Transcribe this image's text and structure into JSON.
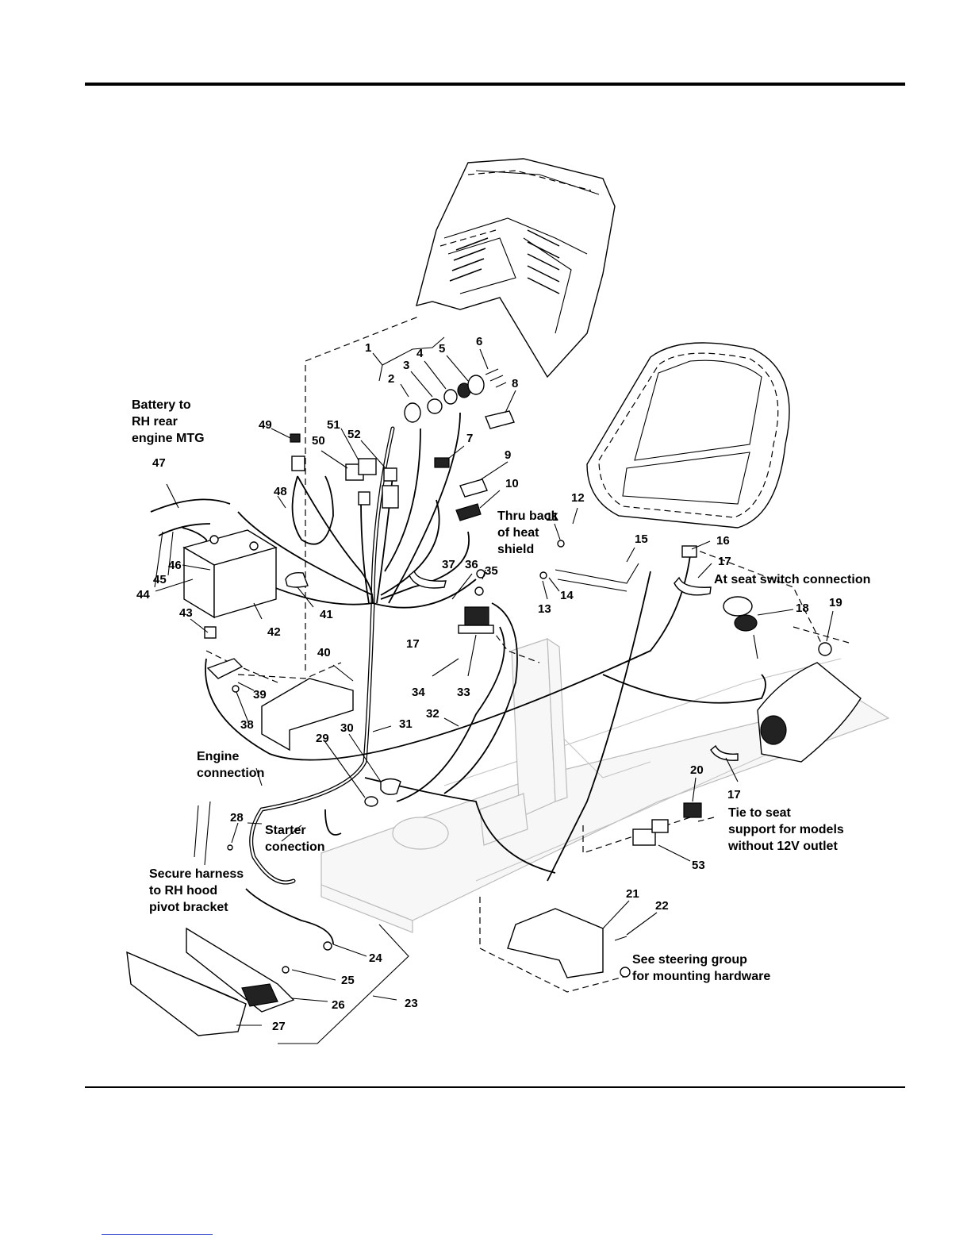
{
  "figure": {
    "notes": {
      "battery": [
        "Battery to",
        "RH rear",
        "engine MTG"
      ],
      "heat_shield": [
        "Thru back",
        "of heat",
        "shield"
      ],
      "seat_switch": [
        "At seat switch connection"
      ],
      "engine_conn": [
        "Engine",
        "connection"
      ],
      "starter_conn": [
        "Starter",
        "conection"
      ],
      "secure_harness": [
        "Secure harness",
        "to RH hood",
        "pivot bracket"
      ],
      "tie_seat": [
        "Tie to seat",
        "support for models",
        "without 12V outlet"
      ],
      "steering": [
        "See steering group",
        "for mounting hardware"
      ]
    },
    "callouts": [
      "1",
      "2",
      "3",
      "4",
      "5",
      "6",
      "7",
      "8",
      "9",
      "10",
      "11",
      "12",
      "13",
      "14",
      "15",
      "16",
      "17",
      "17",
      "17",
      "18",
      "19",
      "20",
      "21",
      "22",
      "23",
      "24",
      "25",
      "26",
      "27",
      "28",
      "29",
      "30",
      "31",
      "32",
      "33",
      "34",
      "35",
      "36",
      "37",
      "38",
      "39",
      "40",
      "41",
      "42",
      "43",
      "44",
      "45",
      "46",
      "47",
      "48",
      "49",
      "50",
      "51",
      "52",
      "53"
    ]
  }
}
